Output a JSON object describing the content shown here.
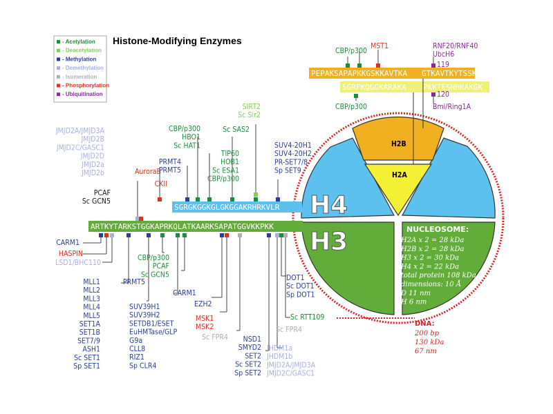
{
  "title": "Histone-Modifying Enzymes",
  "legend": [
    {
      "label": "- Acetylation",
      "color": "#1a8f3a"
    },
    {
      "label": "- Deacetylation",
      "color": "#7fd15a"
    },
    {
      "label": "- Methylation",
      "color": "#2b3e99"
    },
    {
      "label": "- Demethylation",
      "color": "#a8b0e0"
    },
    {
      "label": "- Isomeration",
      "color": "#b0b0b0"
    },
    {
      "label": "- Phosphorylation",
      "color": "#e03020"
    },
    {
      "label": "- Ubiquitination",
      "color": "#8a2a9a"
    }
  ],
  "colors": {
    "acetyl": "#1a8f3a",
    "deacetyl": "#7fd15a",
    "methyl": "#2b3e99",
    "demethyl": "#a8b0e0",
    "isomer": "#b0b0b0",
    "phospho": "#e03020",
    "ubiq": "#8a2a9a",
    "h3": "#62ad3a",
    "h4": "#5cc1ee",
    "h2a": "#f4f035",
    "h2b": "#f0b020",
    "dna": "#e02020"
  },
  "sequences": {
    "h4": "SGRGKGGKGLGKGGAKRHRKVLR",
    "h3": "ARTKYTARKSTGGKAPRKQLATKAARKSAPATGGVKKPKK",
    "h2b_a": "PEPAKSAPAPKKGSKKAVTKA",
    "h2b_b": "GTKAVTKYTSSK",
    "h2a_a": "SGRFKQGGKARAKA",
    "h2a_b": "PKKTESHHKAKGK"
  },
  "histones": {
    "h4": "H4",
    "h3": "H3",
    "h2a": "H2A",
    "h2b": "H2B"
  },
  "nucleosome": {
    "title": "NUCLEOSOME:",
    "lines": [
      "H2A x 2 = 28 kDa",
      "H2B x 2 = 28 kDa",
      "H3   x 2 = 30 kDa",
      "H4   x 2 = 22 kDa",
      "total protein 108 kDa",
      "dimensions: 10 Å",
      "D 11 nm",
      "H 6 nm"
    ]
  },
  "dna": {
    "title": "DNA:",
    "lines": [
      "200 bp",
      "130 kDa",
      "67 nm"
    ]
  },
  "site_numbers": {
    "h2b": "119",
    "h2a": "120"
  },
  "labels": {
    "jmjd_top": [
      "JMJD2A/JMJD3A",
      "JMJD2B",
      "JMJD2C/GASC1",
      "JMJD2D",
      "JMJD2a",
      "JMJD2b"
    ],
    "aurora": "AuroraB",
    "pcaf_gcn5": [
      "PCAF",
      "Sc GCN5"
    ],
    "ckii": "CKII",
    "prmt_top": [
      "PRMT4",
      "PRMT5"
    ],
    "cbp_hbo": [
      "CBP/p300",
      "HBO1",
      "Sc HAT1"
    ],
    "tip60": [
      "TIP60",
      "HOB1",
      "Sc ESA1",
      "CBP/p300"
    ],
    "sc_sas2": "Sc SAS2",
    "sirt2": [
      "SIRT2",
      "Sc Sir2"
    ],
    "suv4": [
      "SUV4-20H1",
      "SUV4-20H2",
      "PR-SET7/8",
      "Sp SET9"
    ],
    "cbp_h2b": "CBP/p300",
    "mst1": "MST1",
    "rnf": [
      "RNF20/RNF40",
      "UbcH6"
    ],
    "cbp_h2a": "CBP/p300",
    "bmi": "Bmi/Ring1A",
    "carm1_left": "CARM1",
    "haspin": "HASPIN",
    "lsd1": "LSD1/BHC110",
    "mll": [
      "MLL1",
      "MLL2",
      "MLL3",
      "MLL4",
      "MLL5",
      "SET1A",
      "SET1B",
      "SET7/9",
      "ASH1",
      "Sc SET1",
      "Sp SET1"
    ],
    "prmt5": "PRMT5",
    "suv39": [
      "SUV39H1",
      "SUV39H2",
      "SETDB1/ESET",
      "EuHMTase/GLP",
      "G9a",
      "CLL8",
      "RIZ1",
      "Sp CLR4"
    ],
    "cbp_pcaf": [
      "CBP/p300",
      "PCAF",
      "Sc GCN5"
    ],
    "carm1_mid": "CARM1",
    "ezh2": "EZH2",
    "msk": [
      "MSK1",
      "MSK2"
    ],
    "sc_fpr4_a": "Sc FPR4",
    "nsd1": [
      "NSD1",
      "SMYD2",
      "SET2",
      "Sc SET2",
      "Sp SET2"
    ],
    "jhdm": [
      "JHDM1a",
      "JHDM1b",
      "JMJD2A/JMJD3A",
      "JMJD2C/GASC1"
    ],
    "dot1": [
      "DOT1",
      "Sc DOT1",
      "Sp DOT1"
    ],
    "sc_rtt109": "Sc RTT109",
    "sc_fpr4_b": "Sc FPR4"
  }
}
